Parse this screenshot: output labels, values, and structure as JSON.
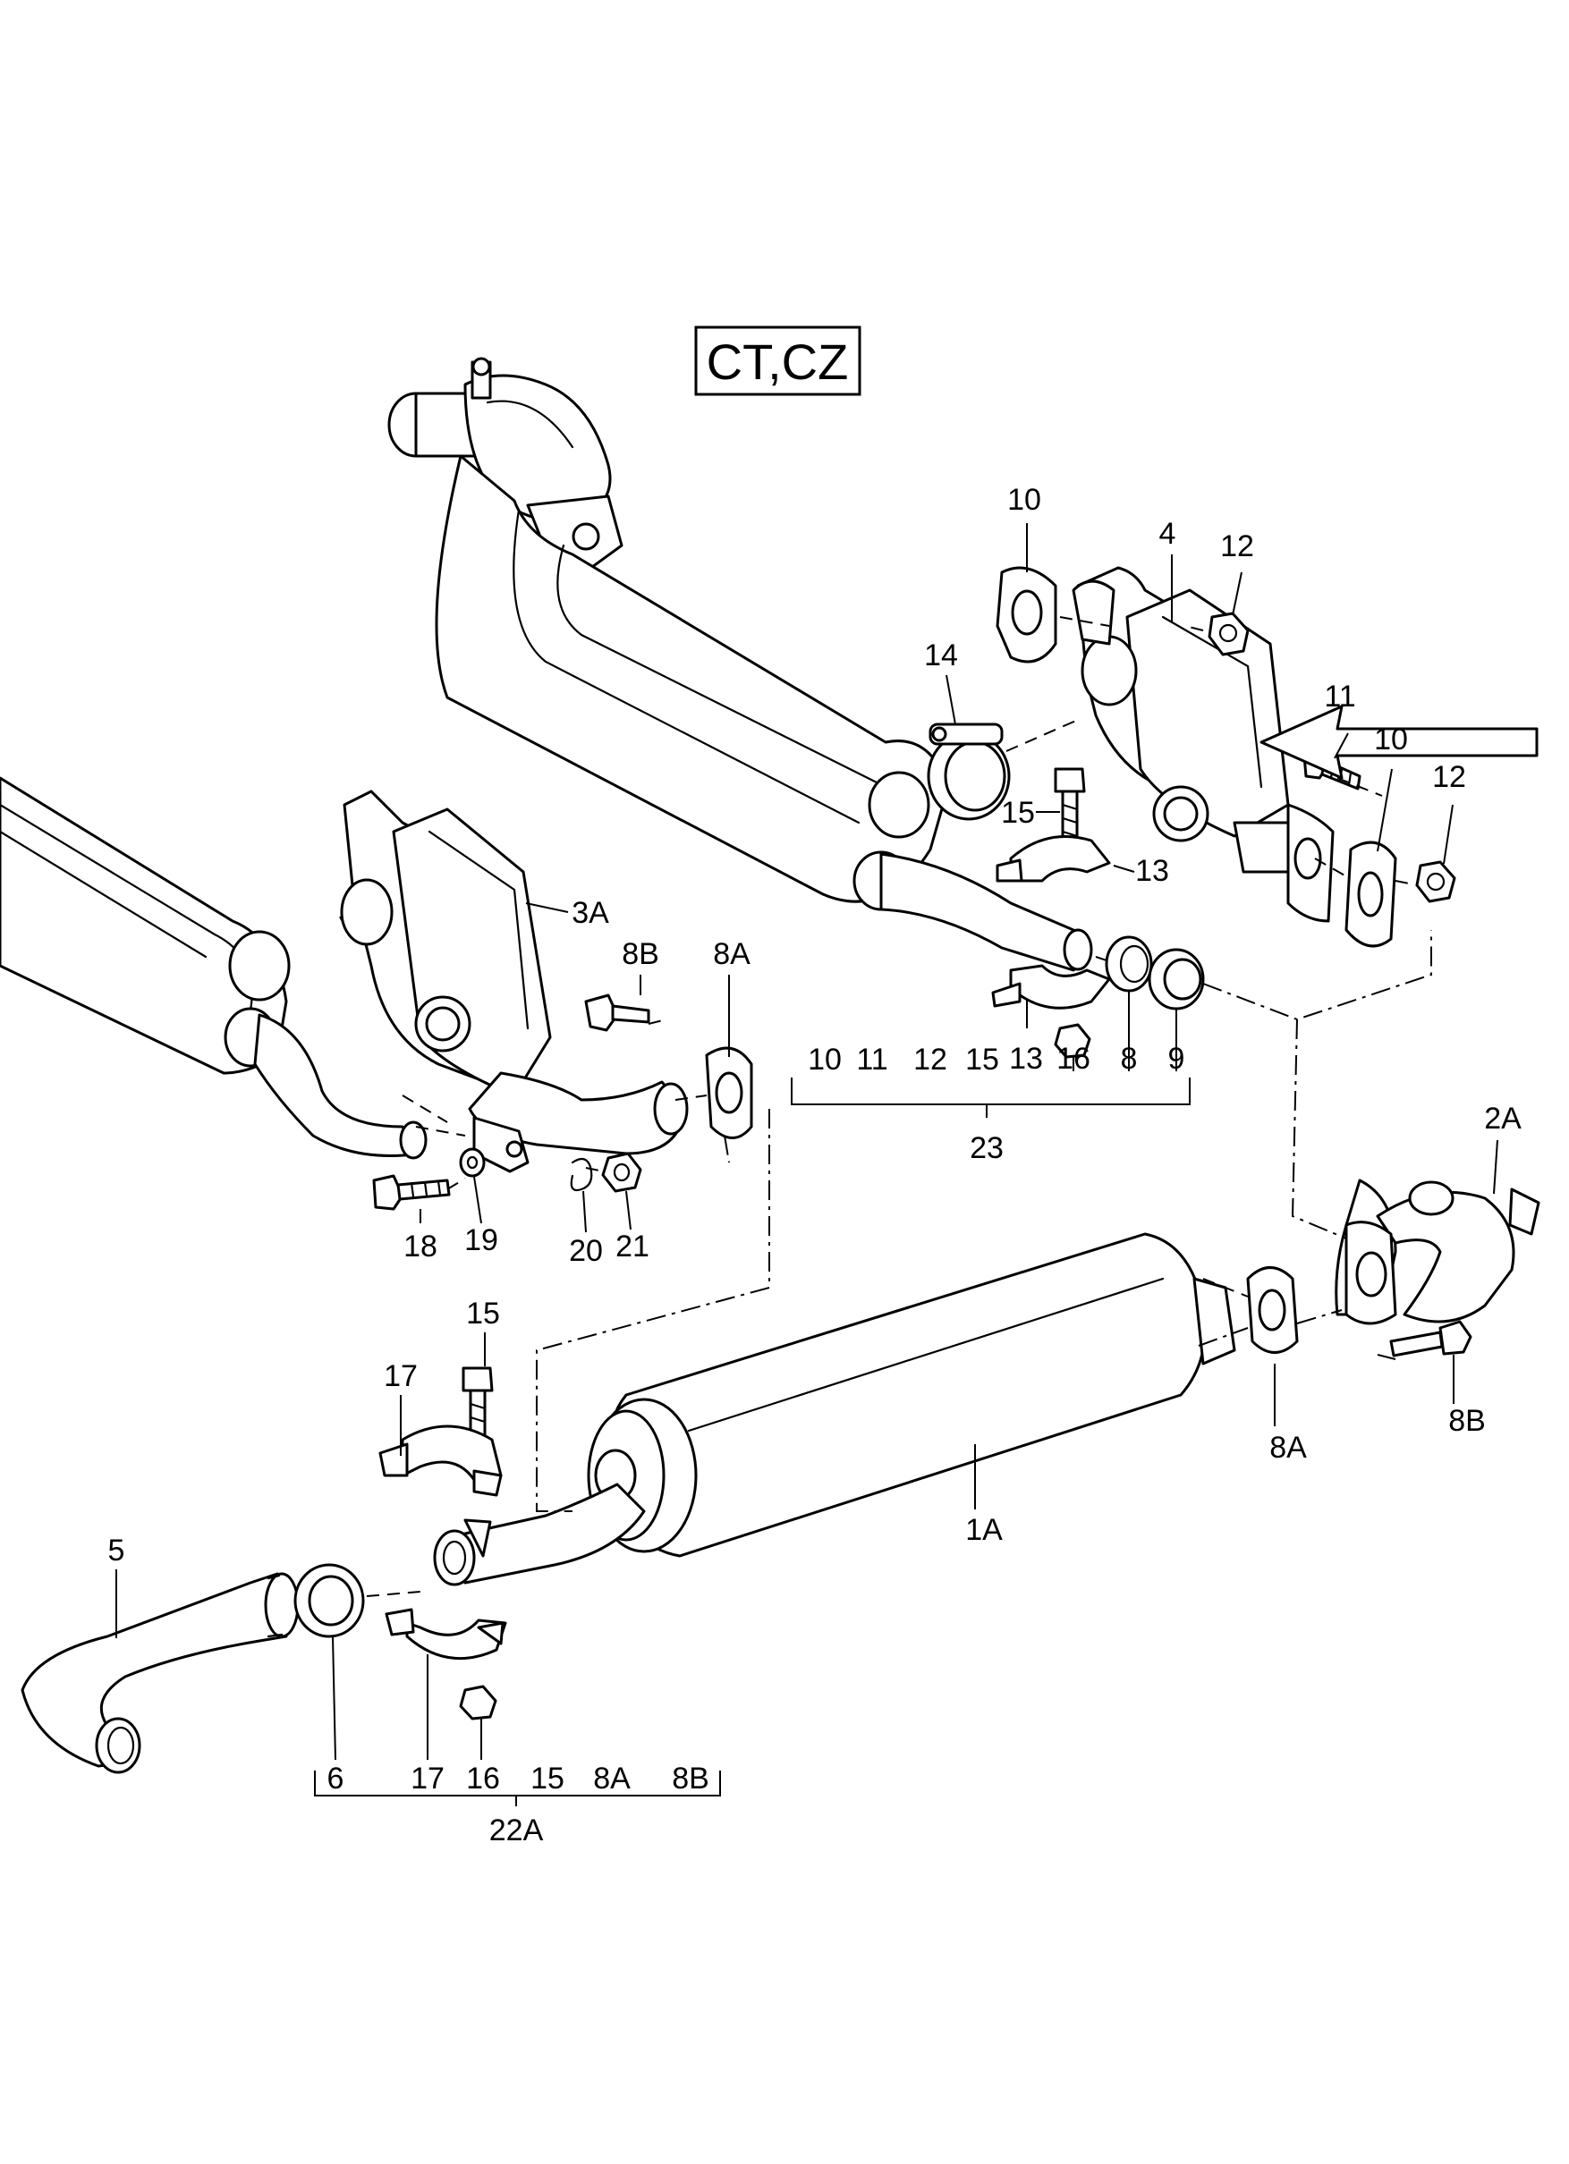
{
  "title_badge": "CT,CZ",
  "callouts": {
    "c10": "10",
    "c4": "4",
    "c12a": "12",
    "c14": "14",
    "c11": "11",
    "c10b": "10",
    "c12b": "12",
    "c15a": "15",
    "c13a": "13",
    "c13b": "13",
    "c16a": "16",
    "c8": "8",
    "c9": "9",
    "c3A": "3A",
    "c8Ba": "8B",
    "c8Aa": "8A",
    "c18": "18",
    "c19": "19",
    "c20": "20",
    "c21": "21",
    "c2A": "2A",
    "c8Ab": "8A",
    "c8Bb": "8B",
    "c1A": "1A",
    "c15b": "15",
    "c17a": "17",
    "c5": "5",
    "c6": "6",
    "c17b": "17",
    "c16b": "16"
  },
  "kit23": {
    "items": [
      "10",
      "11",
      "12",
      "15",
      "13",
      "16",
      "8",
      "9"
    ],
    "label": "23"
  },
  "kit22A": {
    "items": [
      "6",
      "17",
      "16",
      "15",
      "8A",
      "8B"
    ],
    "label": "22A"
  }
}
